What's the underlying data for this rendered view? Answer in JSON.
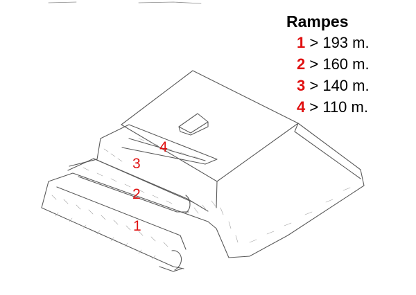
{
  "colors": {
    "accent": "#e01010",
    "ink": "#000000",
    "pencil": "#5a5a5a"
  },
  "legend": {
    "title": "Rampes",
    "items": [
      {
        "num": "1",
        "text": "> 193 m."
      },
      {
        "num": "2",
        "text": "> 160 m."
      },
      {
        "num": "3",
        "text": "> 140 m."
      },
      {
        "num": "4",
        "text": "> 110 m."
      }
    ]
  },
  "diagram": {
    "labels": [
      "1",
      "2",
      "3",
      "4"
    ]
  }
}
